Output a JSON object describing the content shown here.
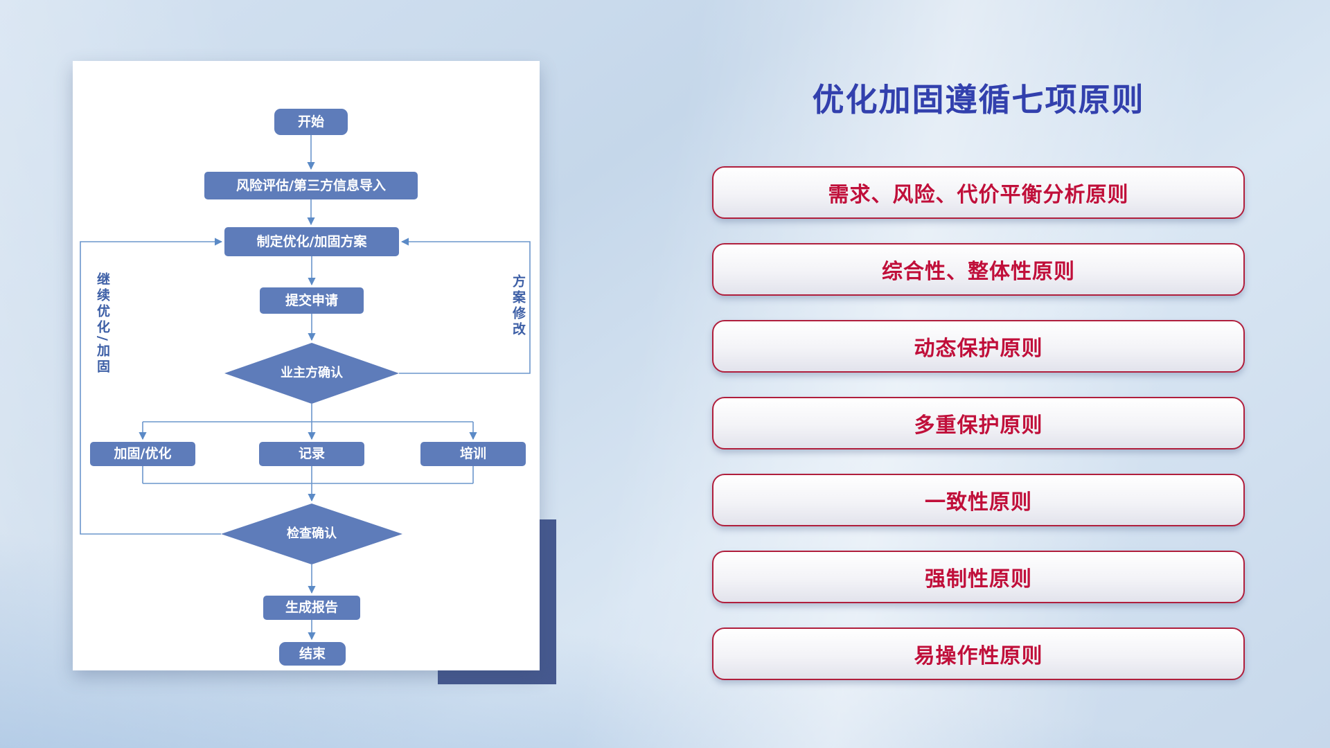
{
  "flowchart": {
    "nodes": {
      "start": "开始",
      "risk": "风险评估/第三方信息导入",
      "plan": "制定优化/加固方案",
      "submit": "提交申请",
      "owner_confirm": "业主方确认",
      "reinforce": "加固/优化",
      "record": "记录",
      "training": "培训",
      "check_confirm": "检查确认",
      "report": "生成报告",
      "end": "结束"
    },
    "labels": {
      "continue_optimize": "继续优化/加固",
      "plan_modify": "方案修改"
    }
  },
  "principles": {
    "title": "优化加固遵循七项原则",
    "items": [
      {
        "label": "需求、风险、代价平衡分析原则"
      },
      {
        "label": "综合性、整体性原则"
      },
      {
        "label": "动态保护原则"
      },
      {
        "label": "多重保护原则"
      },
      {
        "label": "一致性原则"
      },
      {
        "label": "强制性原则"
      },
      {
        "label": "易操作性原则"
      }
    ]
  },
  "colors": {
    "node_blue": "#5e7cba",
    "accent_rect_blue": "#46598f",
    "connector_blue": "#6a95cc",
    "title_blue": "#3240ad",
    "principle_red": "#c00f3a",
    "principle_border": "#b01e3c"
  }
}
